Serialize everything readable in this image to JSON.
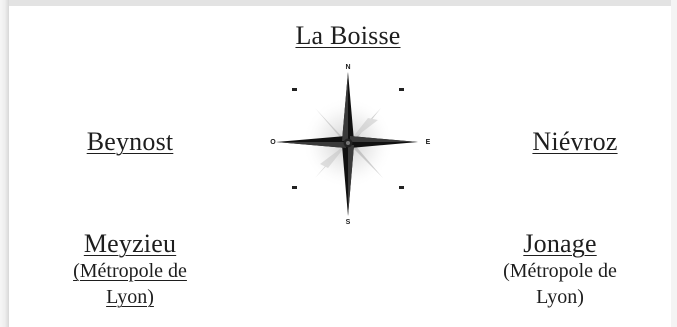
{
  "north": {
    "name": "La Boisse"
  },
  "west": {
    "name": "Beynost"
  },
  "east": {
    "name": "Niévroz"
  },
  "south_west": {
    "name": "Meyzieu",
    "sub_line1": "(Métropole de",
    "sub_line2": "Lyon)"
  },
  "south_east": {
    "name": "Jonage",
    "sub_line1": "(Métropole de",
    "sub_line2": "Lyon)"
  },
  "compass": {
    "label_n": "N",
    "label_e": "E",
    "label_s": "S",
    "label_w": "O",
    "icon": "compass-rose-icon",
    "colors": {
      "arms": "#111111",
      "halo": "#cfcfcf"
    }
  }
}
